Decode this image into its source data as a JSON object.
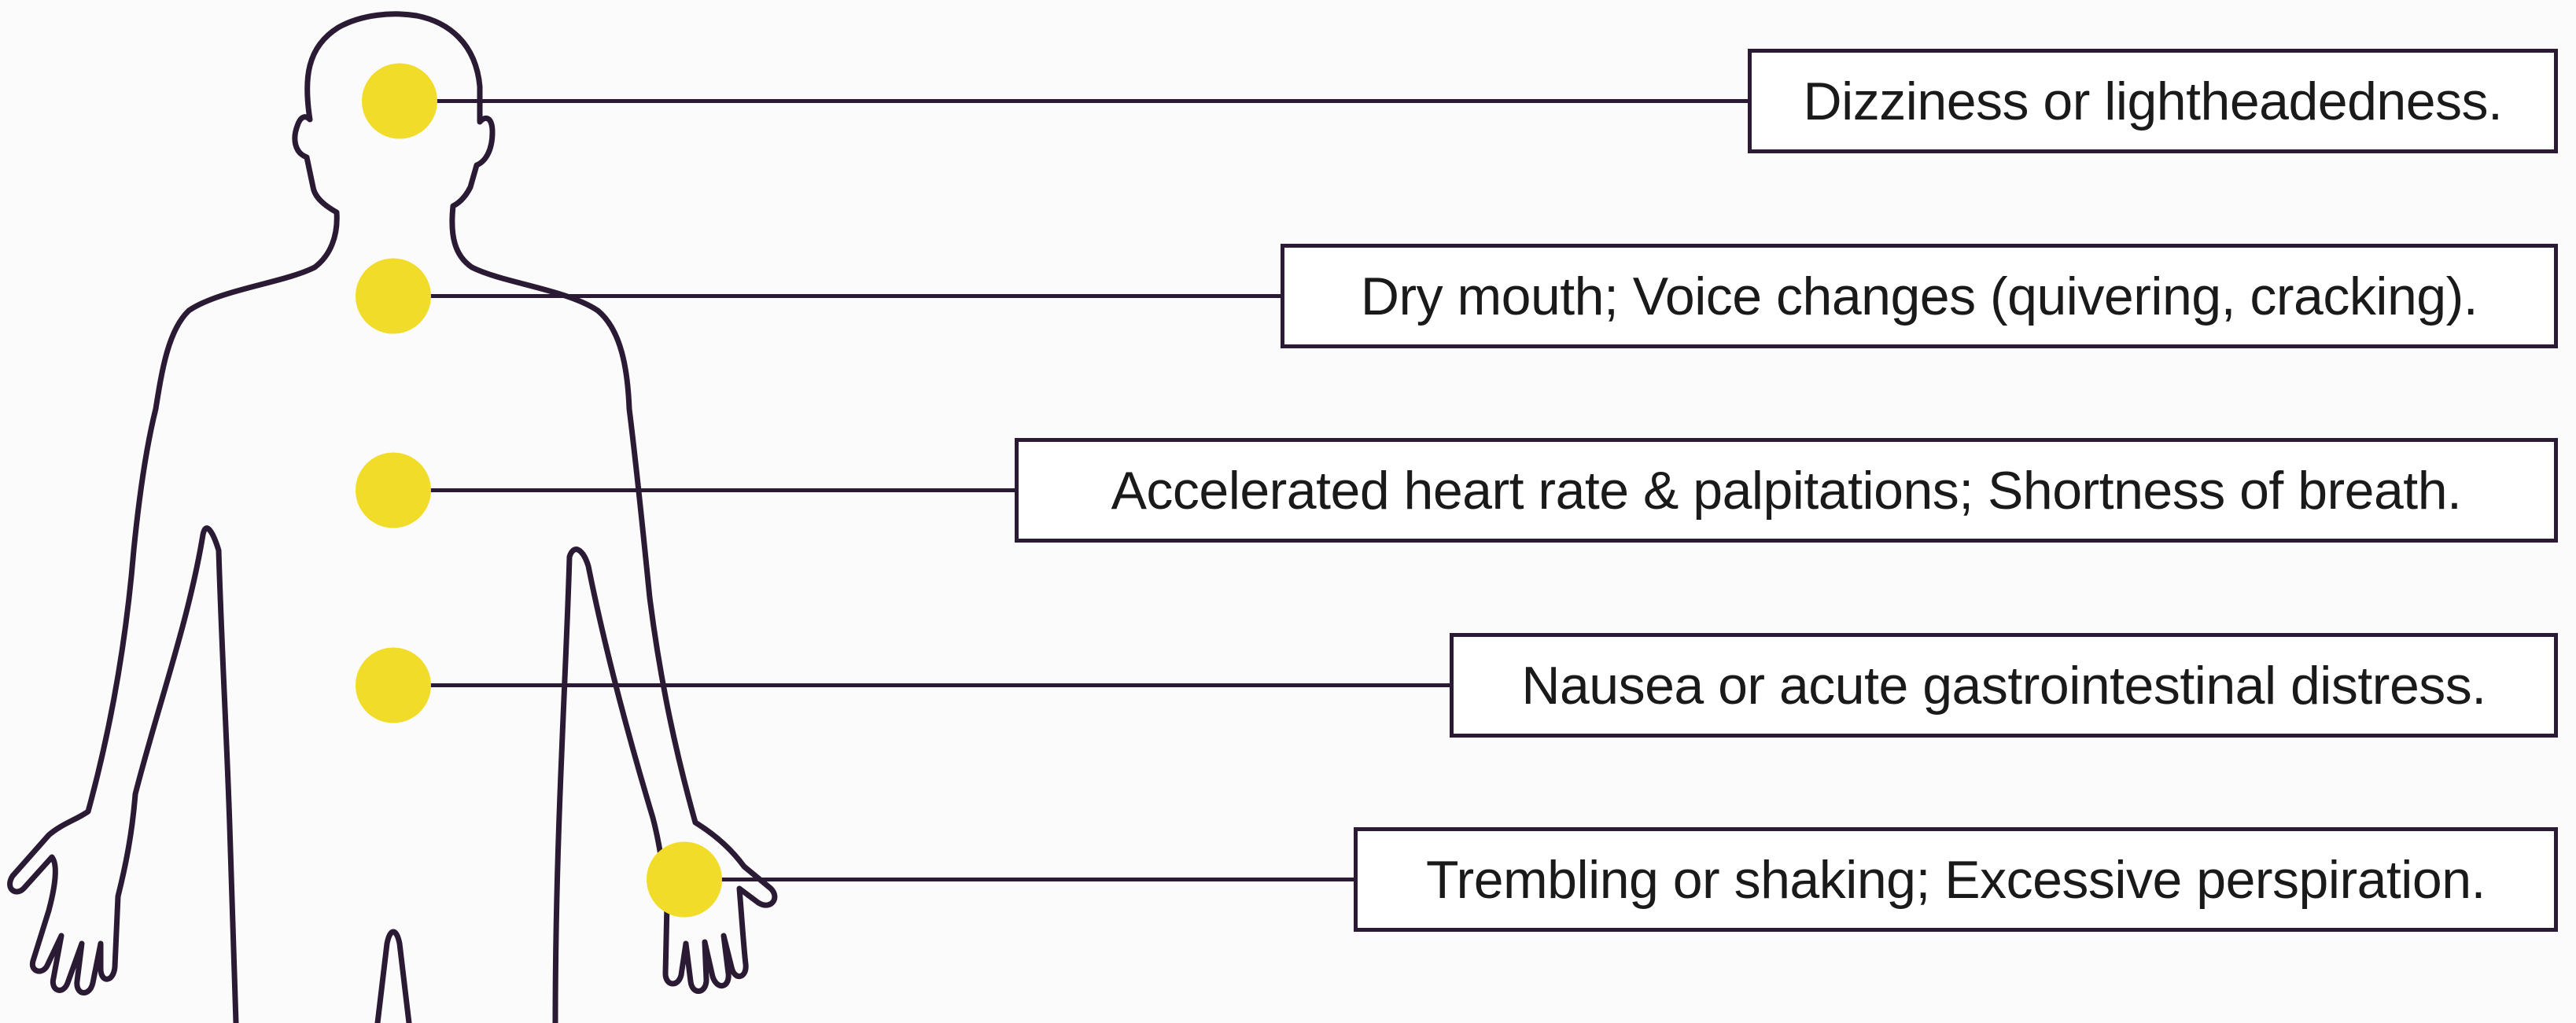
{
  "diagram": {
    "colors": {
      "outline": "#2a1a33",
      "marker": "#f2dc2a",
      "background": "#fbfbfb"
    },
    "body_figure": {
      "icon": "human-body-outline-icon"
    },
    "symptoms": [
      {
        "region": "head",
        "label": "Dizziness or lightheadedness."
      },
      {
        "region": "throat",
        "label": "Dry mouth; Voice changes (quivering, cracking)."
      },
      {
        "region": "chest",
        "label": "Accelerated heart rate & palpitations; Shortness of breath."
      },
      {
        "region": "stomach",
        "label": "Nausea or acute gastrointestinal distress."
      },
      {
        "region": "hand",
        "label": "Trembling or shaking; Excessive perspiration."
      }
    ]
  }
}
